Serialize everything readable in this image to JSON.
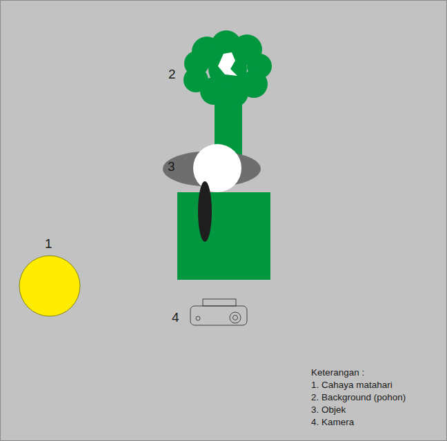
{
  "diagram": {
    "labels": [
      "1",
      "2",
      "3",
      "4",
      "Keterangan :",
      "1. Cahaya matahari",
      "2. Background (pohon)",
      "3. Objek",
      "4. Kamera"
    ]
  }
}
